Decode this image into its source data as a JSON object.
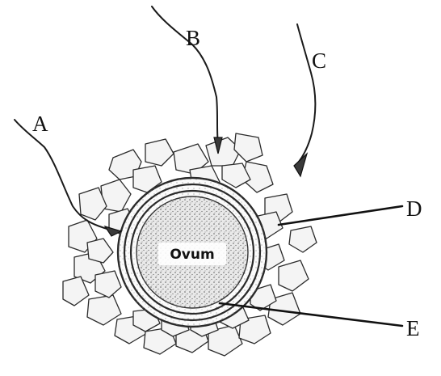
{
  "diagram": {
    "ovum_label": "Ovum",
    "labels": {
      "a": "A",
      "b": "B",
      "c": "C",
      "d": "D",
      "e": "E"
    }
  }
}
